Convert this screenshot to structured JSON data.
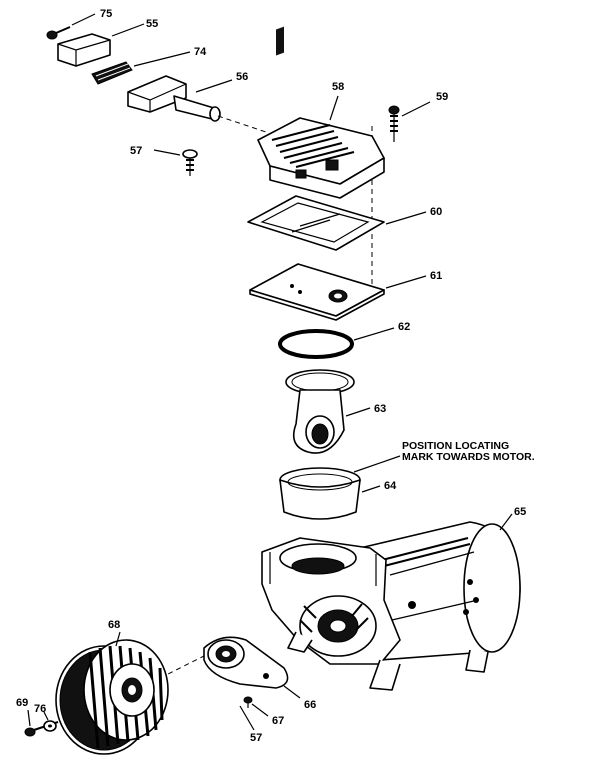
{
  "callouts": {
    "c55": "55",
    "c56": "56",
    "c57": "57",
    "c58": "58",
    "c59": "59",
    "c60": "60",
    "c61": "61",
    "c62": "62",
    "c63": "63",
    "c64": "64",
    "c65": "65",
    "c66": "66",
    "c67": "67",
    "c68": "68",
    "c69": "69",
    "c74": "74",
    "c75": "75",
    "c76": "76"
  },
  "note": {
    "line1": "POSITION LOCATING",
    "line2": "MARK TOWARDS MOTOR."
  }
}
